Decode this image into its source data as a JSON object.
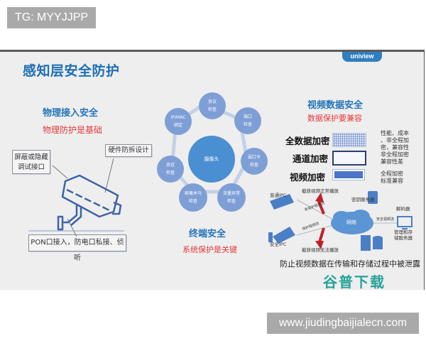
{
  "watermarks": {
    "top": "TG: MYYJJPP",
    "bottom": "www.jiudingbaijialecn.com"
  },
  "slide": {
    "title": "感知层安全防护",
    "brand": "uniview",
    "physical": {
      "heading": "物理接入安全",
      "subheading": "物理防护是基础",
      "callouts": {
        "debug_port": [
          "屏蔽或隐藏",
          "调试接口"
        ],
        "anti_tamper": "硬件防拆设计",
        "pon": "PON口接入，防电口私接、侦听"
      },
      "icon": "camera-icon"
    },
    "terminal": {
      "heading": "终端安全",
      "subheading": "系统保护是关键",
      "center": "摄像头",
      "nodes": [
        {
          "label_1": "协议",
          "label_2": "检查"
        },
        {
          "label_1": "端口",
          "label_2": "检查"
        },
        {
          "label_1": "弱口令",
          "label_2": "检查"
        },
        {
          "label_1": "流量异常",
          "label_2": "检查"
        },
        {
          "label_1": "病毒木马",
          "label_2": "检查"
        },
        {
          "label_1": "协议",
          "label_2": "检查"
        },
        {
          "label_1": "IP/MAC",
          "label_2": "绑定"
        }
      ]
    },
    "video": {
      "heading": "视频数据安全",
      "subheading": "数据保护要兼容",
      "encryption": [
        {
          "label": "全数据加密",
          "style": "dotted"
        },
        {
          "label": "通道加密",
          "style": "empty"
        },
        {
          "label": "视频加密",
          "style": "solid"
        }
      ],
      "notes": {
        "full": [
          "性能、成本",
          "、非全程加",
          "密，兼容性",
          "差"
        ],
        "channel": [
          "非全程加密",
          "兼容性差"
        ],
        "video": [
          "全程加密",
          "标准兼容"
        ]
      },
      "diagram": {
        "normal_ipc": "普通IPC",
        "secure_ipc": "安全IPC",
        "intercept_ok": "截获视频正常播放",
        "intercept_fail": "截获视频无法播放",
        "unprotected_stream": "未保护视频流",
        "protected_stream": "保护视频流",
        "network": "网络",
        "key_server": "密钥服务器",
        "decoder": "解码器",
        "secure_stream": "安全视频流",
        "mgmt_server": [
          "管理和存",
          "储服务器"
        ]
      },
      "footer": "防止视频数据在传输和存储过程中被泄露"
    },
    "logo": "谷普下载"
  },
  "colors": {
    "blue_heading": "#2374b8",
    "red_sub": "#e53a3a",
    "node_blue": "#7e9fd6",
    "center_blue": "#4a8fd2",
    "logo_green": "#26a397",
    "slide_bg": "#eeeeef"
  }
}
